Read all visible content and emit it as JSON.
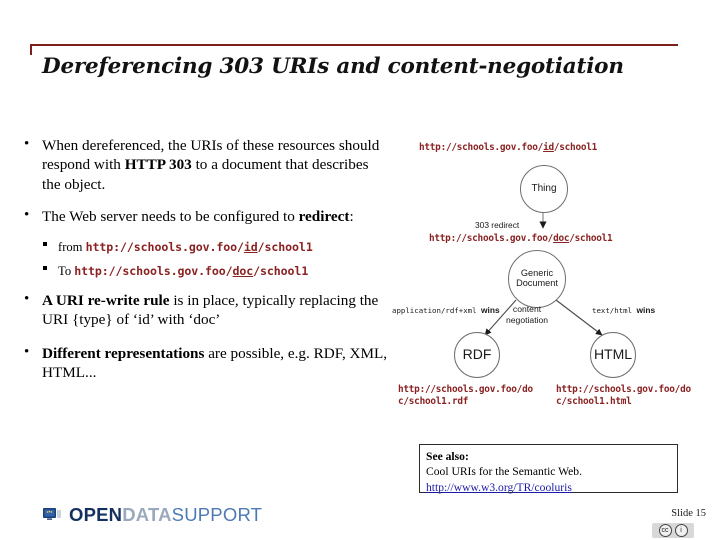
{
  "slide": {
    "title": "Dereferencing 303 URIs and content-negotiation",
    "accent_color": "#7b1f1f",
    "url_color": "#8a2222",
    "link_color": "#1a1aa8",
    "slide_label": "Slide 15"
  },
  "bullets": [
    {
      "parts": [
        {
          "text": "When dereferenced, the URIs of these resources should respond with ",
          "bold": false
        },
        {
          "text": "HTTP 303",
          "bold": true
        },
        {
          "text": " to a document that describes the object.",
          "bold": false
        }
      ]
    },
    {
      "parts": [
        {
          "text": "The Web server needs to be configured to ",
          "bold": false
        },
        {
          "text": "redirect",
          "bold": true
        },
        {
          "text": ":",
          "bold": false
        }
      ]
    },
    {
      "parts": [
        {
          "text": "A URI re-write rule",
          "bold": true
        },
        {
          "text": " is in place, typically replacing the URI {type} of ‘id’ with ‘doc’",
          "bold": false
        }
      ]
    },
    {
      "parts": [
        {
          "text": "Different representations",
          "bold": true
        },
        {
          "text": " are possible, e.g. RDF, XML, HTML...",
          "bold": false
        }
      ]
    }
  ],
  "subbullets": [
    {
      "prefix": "from ",
      "url_pre": "http://schools.gov.foo/",
      "url_emph": "id",
      "url_post": "/school1"
    },
    {
      "prefix": "To ",
      "url_pre": "http://schools.gov.foo/",
      "url_emph": "doc",
      "url_post": "/school1"
    }
  ],
  "diagram": {
    "top_url": {
      "pre": "http://schools.gov.foo/",
      "emph": "id",
      "post": "/school1"
    },
    "mid_url": {
      "pre": "http://schools.gov.foo/",
      "emph": "doc",
      "post": "/school1"
    },
    "nodes": {
      "thing": "Thing",
      "generic_line1": "Generic",
      "generic_line2": "Document",
      "rdf": "RDF",
      "html": "HTML"
    },
    "edges": {
      "redirect": "303 redirect",
      "rdf_wins_mono": "application/rdf+xml",
      "rdf_wins_tail": "wins",
      "html_wins_mono": "text/html",
      "html_wins_tail": "wins",
      "conneg_line1": "content",
      "conneg_line2": "negotiation"
    },
    "bottom_urls": {
      "rdf_line1": "http://schools.gov.foo/do",
      "rdf_line2": "c/school1.rdf",
      "html_line1": "http://schools.gov.foo/do",
      "html_line2": "c/school1.html"
    }
  },
  "see_also": {
    "heading": "See also:",
    "description": "Cool URIs for the Semantic Web.",
    "link_text": "http://www.w3.org/TR/cooluris"
  },
  "footer": {
    "logo_open": "OPEN",
    "logo_data": "DATA",
    "logo_support": "SUPPORT",
    "cc_cc": "cc",
    "cc_by": "i"
  }
}
